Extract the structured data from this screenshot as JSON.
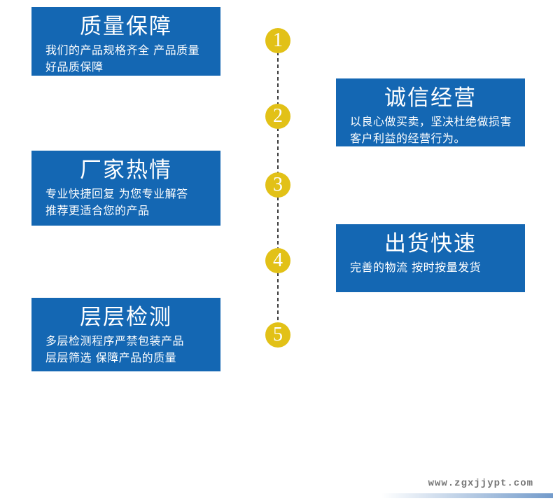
{
  "colors": {
    "box-blue": "#1467b3",
    "badge-yellow": "#e2c117",
    "line-dark": "#3c3c3c",
    "url-gray": "#757575",
    "bar-blue": "#4f81bd"
  },
  "steps": [
    {
      "number": "1",
      "title": "质量保障",
      "line1": "我们的产品规格齐全 产品质量",
      "line2": "好品质保障"
    },
    {
      "number": "2",
      "title": "诚信经营",
      "line1": "以良心做买卖，坚决杜绝做损害",
      "line2": "客户利益的经营行为。"
    },
    {
      "number": "3",
      "title": "厂家热情",
      "line1": "专业快捷回复 为您专业解答",
      "line2": "推荐更适合您的产品"
    },
    {
      "number": "4",
      "title": "出货快速",
      "line1": "完善的物流 按时按量发货",
      "line2": ""
    },
    {
      "number": "5",
      "title": "层层检测",
      "line1": "多层检测程序严禁包装产品",
      "line2": "层层筛选 保障产品的质量"
    }
  ],
  "footer": {
    "website": "www.zgxjjypt.com"
  }
}
